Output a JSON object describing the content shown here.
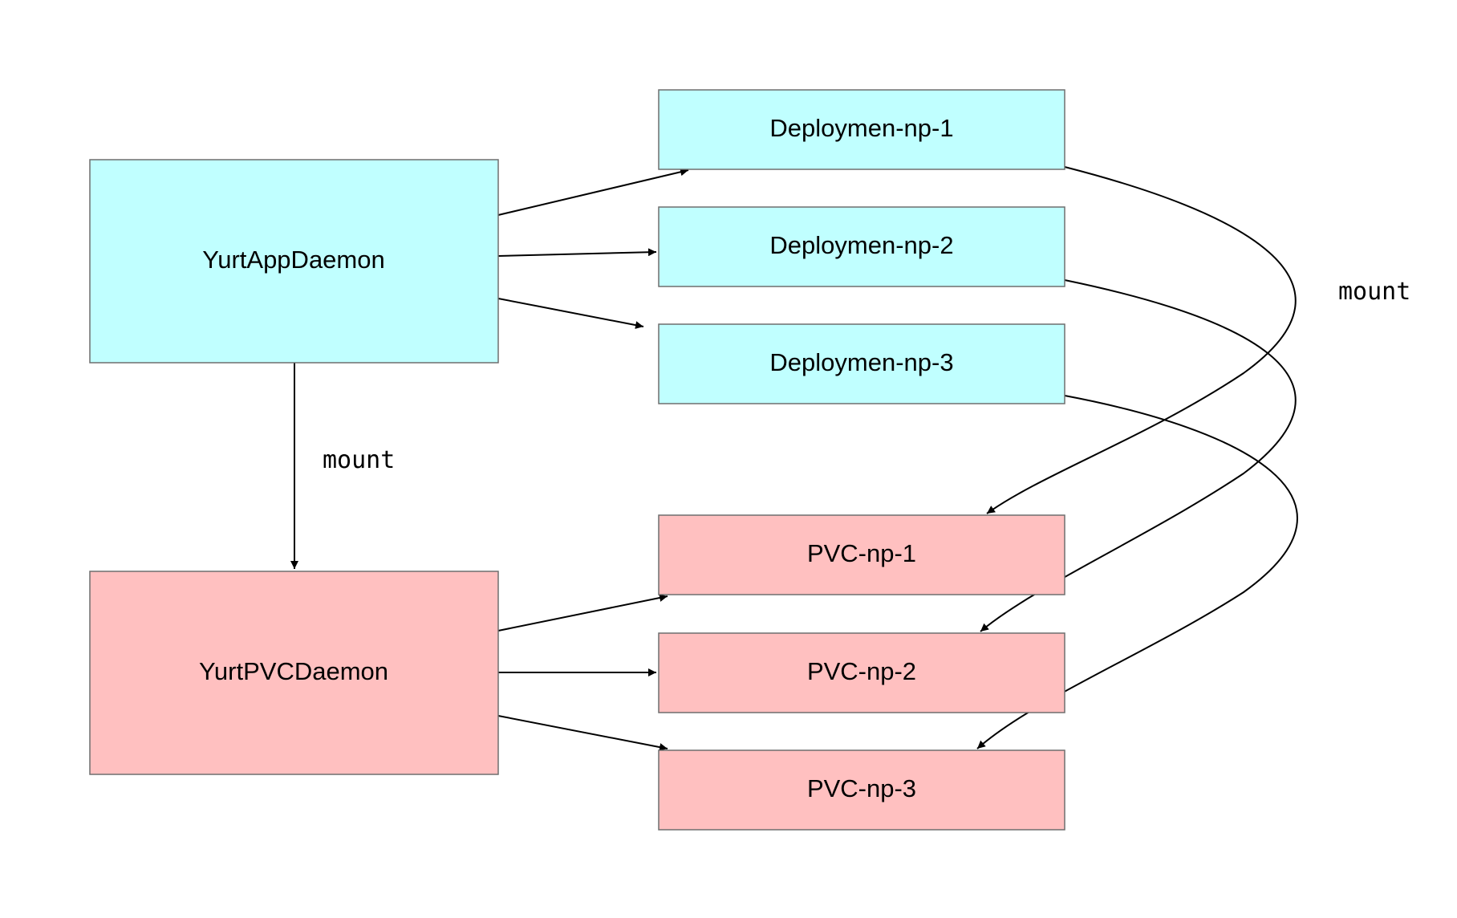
{
  "diagram": {
    "colors": {
      "deployment_fill": "#c0ffff",
      "pvc_fill": "#ffc0c0",
      "box_stroke": "#6f6f6f",
      "edge": "#000000"
    },
    "nodes": {
      "yurt_app_daemon": "YurtAppDaemon",
      "yurt_pvc_daemon": "YurtPVCDaemon",
      "deployment_np_1": "Deploymen-np-1",
      "deployment_np_2": "Deploymen-np-2",
      "deployment_np_3": "Deploymen-np-3",
      "pvc_np_1": "PVC-np-1",
      "pvc_np_2": "PVC-np-2",
      "pvc_np_3": "PVC-np-3"
    },
    "edge_labels": {
      "daemon_mount": "mount",
      "deployment_mount": "mount"
    },
    "edges": [
      {
        "from": "YurtAppDaemon",
        "to": "Deploymen-np-1"
      },
      {
        "from": "YurtAppDaemon",
        "to": "Deploymen-np-2"
      },
      {
        "from": "YurtAppDaemon",
        "to": "Deploymen-np-3"
      },
      {
        "from": "YurtAppDaemon",
        "to": "YurtPVCDaemon",
        "label": "mount"
      },
      {
        "from": "YurtPVCDaemon",
        "to": "PVC-np-1"
      },
      {
        "from": "YurtPVCDaemon",
        "to": "PVC-np-2"
      },
      {
        "from": "YurtPVCDaemon",
        "to": "PVC-np-3"
      },
      {
        "from": "Deploymen-np-1",
        "to": "PVC-np-1",
        "label": "mount"
      },
      {
        "from": "Deploymen-np-2",
        "to": "PVC-np-2"
      },
      {
        "from": "Deploymen-np-3",
        "to": "PVC-np-3"
      }
    ]
  }
}
